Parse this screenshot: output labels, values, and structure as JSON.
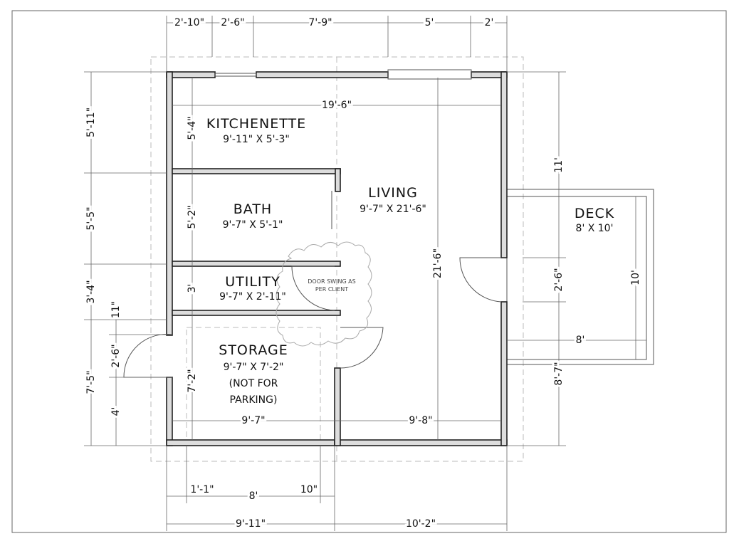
{
  "rooms": {
    "kitchenette": {
      "name": "KITCHENETTE",
      "size": "9'-11\" X 5'-3\""
    },
    "bath": {
      "name": "BATH",
      "size": "9'-7\" X 5'-1\""
    },
    "utility": {
      "name": "UTILITY",
      "size": "9'-7\" X 2'-11\""
    },
    "storage": {
      "name": "STORAGE",
      "size": "9'-7\" X 7'-2\"",
      "note1": "(NOT FOR",
      "note2": "PARKING)"
    },
    "living": {
      "name": "LIVING",
      "size": "9'-7\" X 21'-6\""
    },
    "deck": {
      "name": "DECK",
      "size": "8' X 10'"
    }
  },
  "note": {
    "line1": "DOOR SWING AS",
    "line2": "PER CLIENT"
  },
  "dims": {
    "top": [
      "2'-10\"",
      "2'-6\"",
      "7'-9\"",
      "5'",
      "2'"
    ],
    "left_outer": [
      "5'-11\"",
      "5'-5\"",
      "3'-4\"",
      "7'-5\""
    ],
    "left_inner": [
      "11\"",
      "2'-6\"",
      "4'"
    ],
    "bottom_inner": [
      "1'-1\"",
      "8'",
      "10\""
    ],
    "bottom_outer": [
      "9'-11\"",
      "10'-2\""
    ],
    "interior": {
      "width_total": "19'-6\"",
      "kitchenette_h": "5'-4\"",
      "bath_h": "5'-2\"",
      "utility_h": "3'",
      "storage_h": "7'-2\"",
      "storage_w": "9'-7\"",
      "living_w": "9'-8\"",
      "living_h": "21'-6\""
    },
    "right": [
      "11'",
      "2'-6\"",
      "8'-7\""
    ],
    "deck": {
      "height": "10'",
      "width": "8'"
    }
  }
}
